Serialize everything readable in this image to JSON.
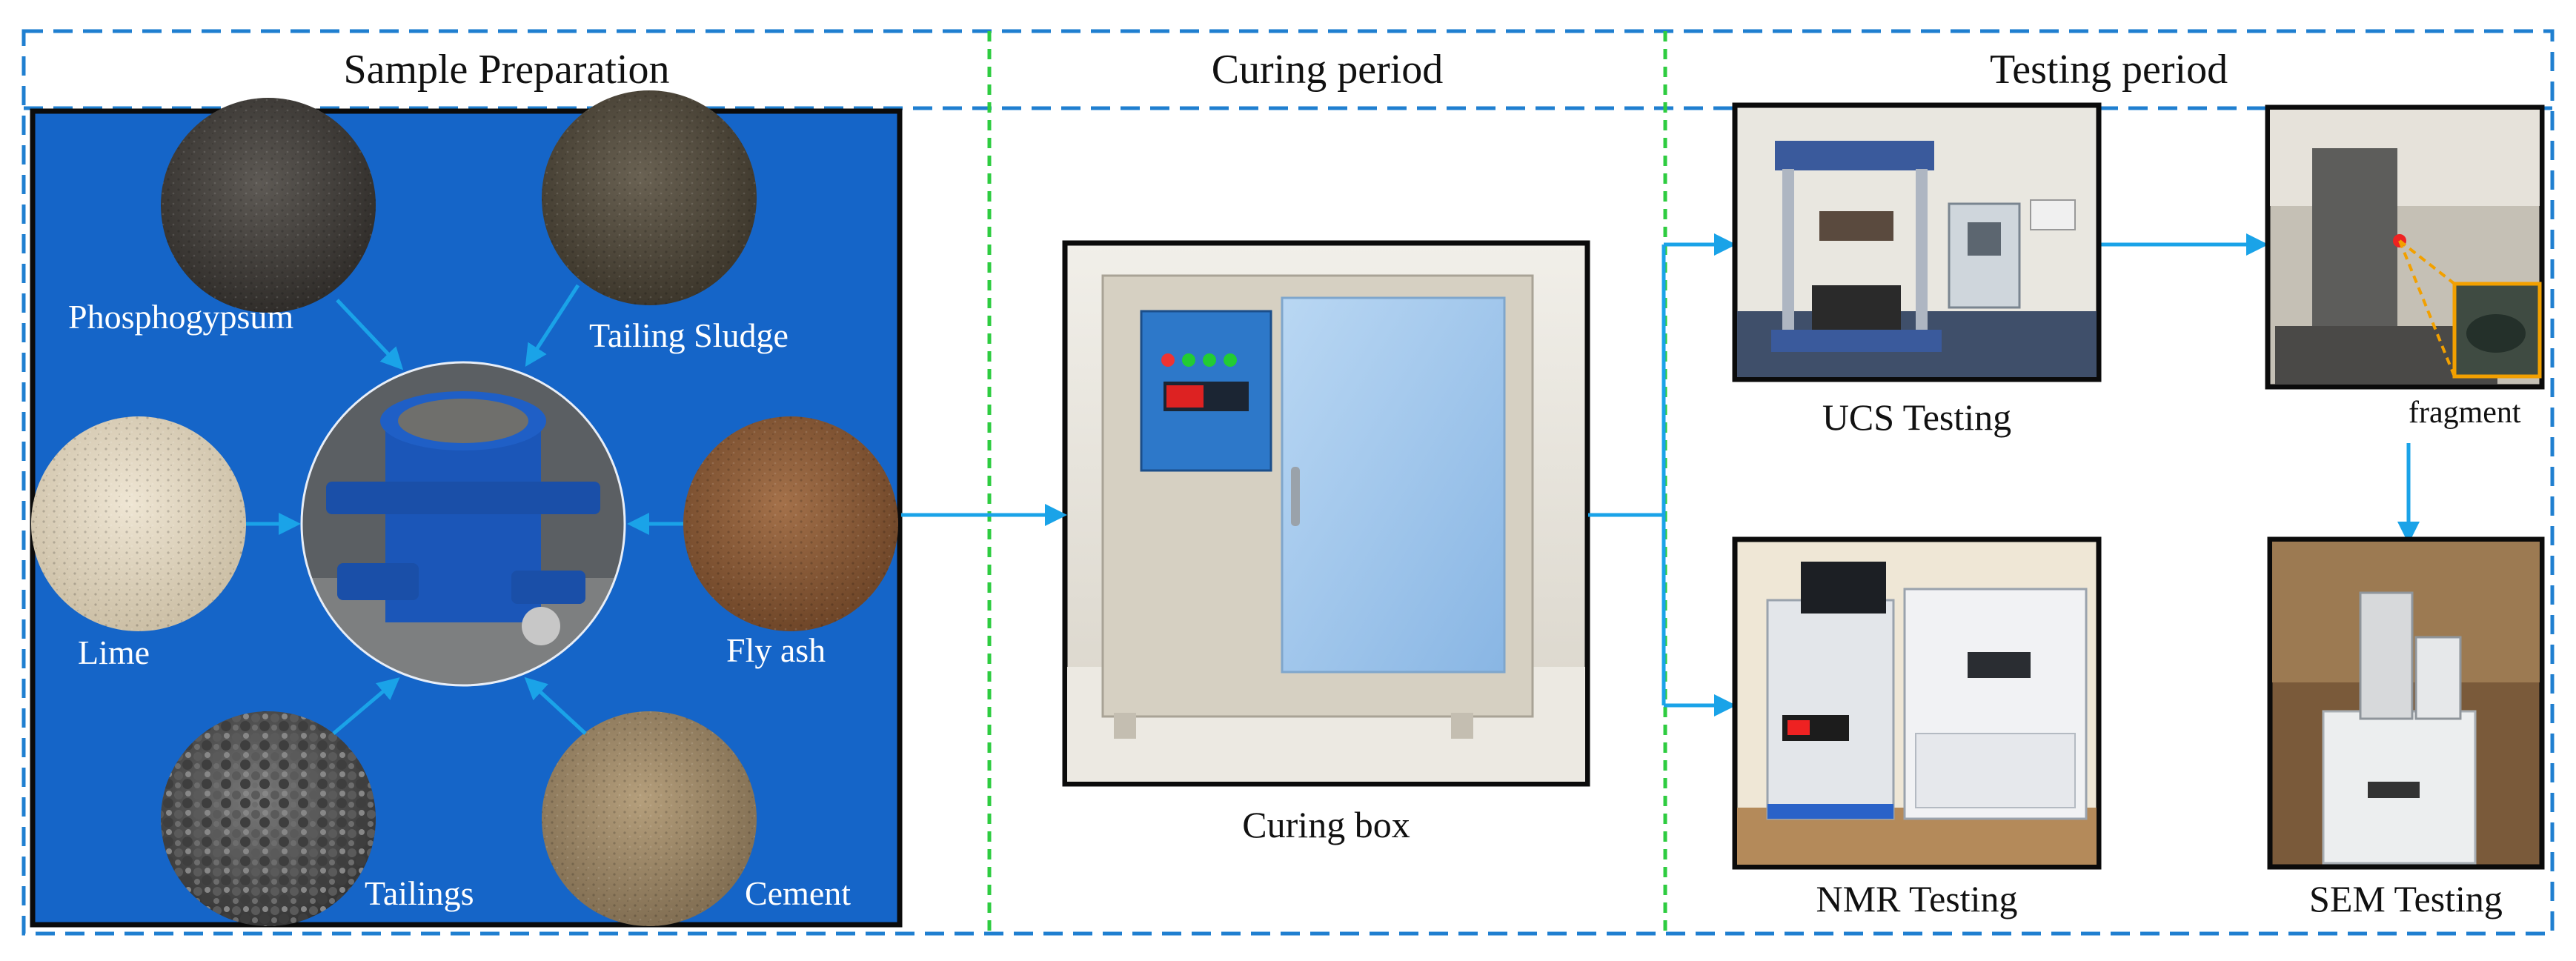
{
  "sections": {
    "sample_preparation": "Sample Preparation",
    "curing_period": "Curing period",
    "testing_period": "Testing period"
  },
  "materials": {
    "phosphogypsum": "Phosphogypsum",
    "tailing_sludge": "Tailing Sludge",
    "lime": "Lime",
    "fly_ash": "Fly ash",
    "tailings": "Tailings",
    "cement": "Cement"
  },
  "curing_box": {
    "caption": "Curing box"
  },
  "tests": {
    "ucs": "UCS Testing",
    "fragment": "fragment",
    "nmr": "NMR Testing",
    "sem": "SEM Testing"
  },
  "colors": {
    "outer_dash": "#1f7fd0",
    "inner_dash": "#2ecc40",
    "blue_panel": "#1565c8",
    "arrow": "#1aa3e8",
    "inset_frame": "#f2a000"
  }
}
